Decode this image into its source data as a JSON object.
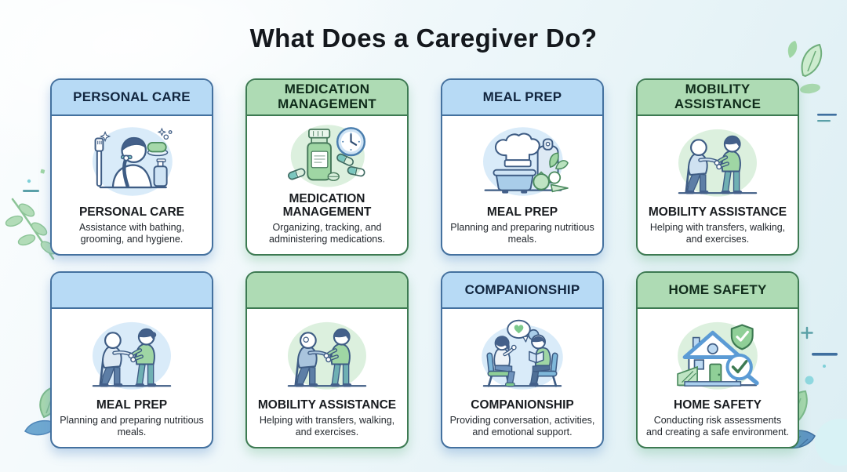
{
  "title": "What Does a Caregiver Do?",
  "cards": [
    {
      "header": "PERSONAL CARE",
      "title": "PERSONAL CARE",
      "description": "Assistance with bathing, grooming, and hygiene.",
      "theme": "blue",
      "icon": "person-brushing-teeth-illustration"
    },
    {
      "header": "MEDICATION MANAGEMENT",
      "title": "MEDICATION MANAGEMENT",
      "description": "Organizing, tracking, and administering medications.",
      "theme": "green",
      "icon": "medication-bottle-clock-pills-illustration"
    },
    {
      "header": "MEAL PREP",
      "title": "MEAL PREP",
      "description": "Planning and preparing nutritious meals.",
      "theme": "blue",
      "icon": "chef-hat-pot-vegetables-illustration"
    },
    {
      "header": "MOBILITY ASSISTANCE",
      "title": "MOBILITY ASSISTANCE",
      "description": "Helping with transfers, walking, and exercises.",
      "theme": "green",
      "icon": "caregiver-assisting-elder-illustration"
    },
    {
      "header": "",
      "title": "MEAL PREP",
      "description": "Planning and preparing nutritious meals.",
      "theme": "blue",
      "icon": "caregiver-assisting-elder-illustration"
    },
    {
      "header": "",
      "title": "MOBILITY ASSISTANCE",
      "description": "Helping with transfers, walking, and exercises.",
      "theme": "green",
      "icon": "caregiver-assisting-elder-illustration"
    },
    {
      "header": "COMPANIONSHIP",
      "title": "COMPANIONSHIP",
      "description": "Providing conversation, activities, and emotional support.",
      "theme": "blue",
      "icon": "seated-conversation-illustration"
    },
    {
      "header": "HOME SAFETY",
      "title": "HOME SAFETY",
      "description": "Conducting risk assessments and creating a safe environment.",
      "theme": "green",
      "icon": "house-shield-magnifier-illustration"
    }
  ],
  "colors": {
    "title_text": "#14181d",
    "body_text": "#23282e",
    "card_body_bg": "#ffffff",
    "blue_header_bg": "#b7daf5",
    "blue_card_border": "#44719f",
    "blue_header_text": "#12263f",
    "green_header_bg": "#aedbb4",
    "green_card_border": "#3d7a52",
    "green_header_text": "#0f2b1a",
    "leaf_green": "#a8d8ae",
    "leaf_blue": "#6fa8d0",
    "accent_teal": "#5aa0a8"
  }
}
